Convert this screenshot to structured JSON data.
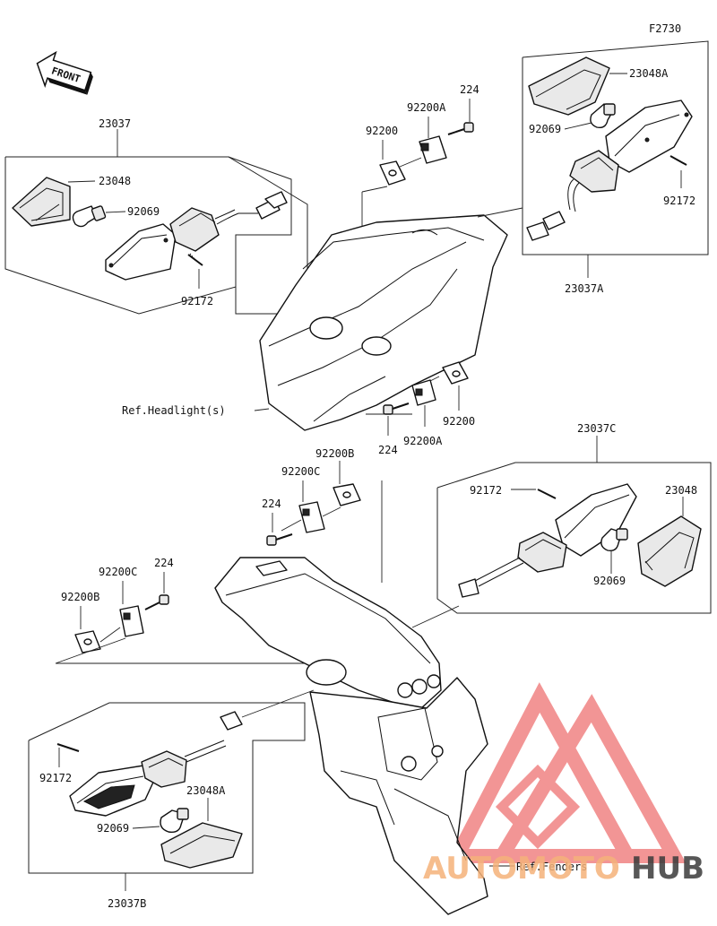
{
  "figure_id": "F2730",
  "front_label": "FRONT",
  "callouts": {
    "group_23037": "23037",
    "p23048_a": "23048",
    "p92069_a": "92069",
    "p92172_a": "92172",
    "p224_top": "224",
    "p92200A_top": "92200A",
    "p92200_top": "92200",
    "p23048A_top": "23048A",
    "p92069_b": "92069",
    "p92172_b": "92172",
    "group_23037A": "23037A",
    "ref_headlight": "Ref.Headlight(s)",
    "p92200_mid": "92200",
    "p224_mid": "224",
    "p92200A_mid": "92200A",
    "group_23037C": "23037C",
    "p92172_c": "92172",
    "p23048_c": "23048",
    "p92069_c": "92069",
    "p92200B_a": "92200B",
    "p92200C_a": "92200C",
    "p224_a": "224",
    "p92200C_b": "92200C",
    "p224_b": "224",
    "p92200B_b": "92200B",
    "p92172_d": "92172",
    "p23048A_d": "23048A",
    "p92069_d": "92069",
    "group_23037B": "23037B",
    "ref_fenders": "Ref.Fenders"
  },
  "watermark": {
    "part1": "AUTOMOTO",
    "part2": "HUB",
    "color1": "#f5b27a",
    "color2": "#3a3a3a",
    "logo_color": "#e8403f"
  }
}
